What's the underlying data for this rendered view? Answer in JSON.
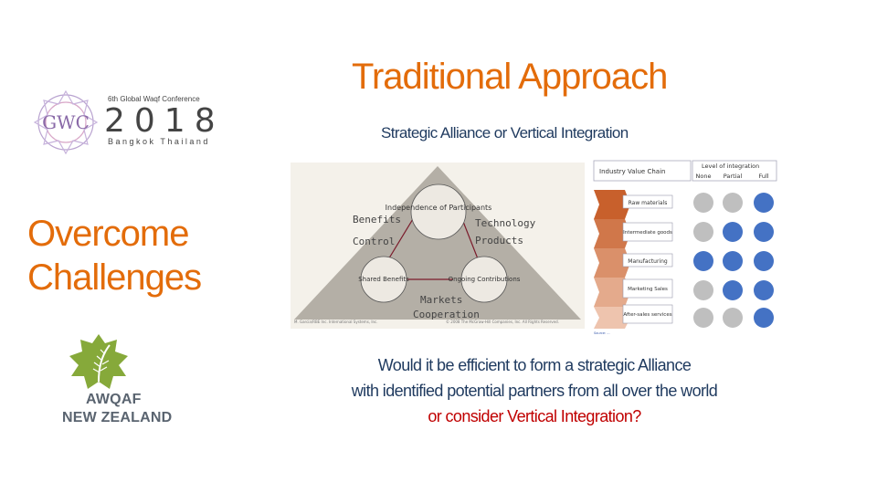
{
  "slide": {
    "title": "Traditional Approach",
    "subtitle": "Strategic Alliance or Vertical Integration",
    "side_heading_line1": "Overcome",
    "side_heading_line2": "Challenges",
    "question_line1": "Would it be efficient to form a strategic Alliance",
    "question_line2": "with identified potential partners from all over the world",
    "question_line3": "or consider Vertical Integration?"
  },
  "gwc_logo": {
    "superscript": "6th Global Waqf Conference",
    "year": "2018",
    "city": "Bangkok Thailand",
    "monogram": "GWC"
  },
  "awqaf_logo": {
    "line1": "AWQAF",
    "line2": "NEW ZEALAND"
  },
  "triangle_figure": {
    "left_labels": [
      "Benefits",
      "Control"
    ],
    "right_labels": [
      "Technology",
      "Products"
    ],
    "bottom_labels": [
      "Markets",
      "Cooperation"
    ],
    "circles": [
      "Independence of Participants",
      "Shared Benefits",
      "Ongoing Contributions"
    ],
    "credit_left": "M. Garcia/RBE Inc. International Systems, Inc.",
    "credit_right": "© 2008 The McGraw-Hill Companies, Inc. All Rights Reserved."
  },
  "value_chain_figure": {
    "column_header": "Industry Value Chain",
    "level_header": "Level of integration",
    "levels": [
      "None",
      "Partial",
      "Full"
    ],
    "stages": [
      "Raw materials",
      "Intermediate goods",
      "Manufacturing",
      "Marketing Sales",
      "After-sales services"
    ],
    "source": "Source: ..."
  },
  "colors": {
    "accent_orange": "#e36c0a",
    "text_navy": "#1f3a5f",
    "question_red": "#c00000"
  }
}
